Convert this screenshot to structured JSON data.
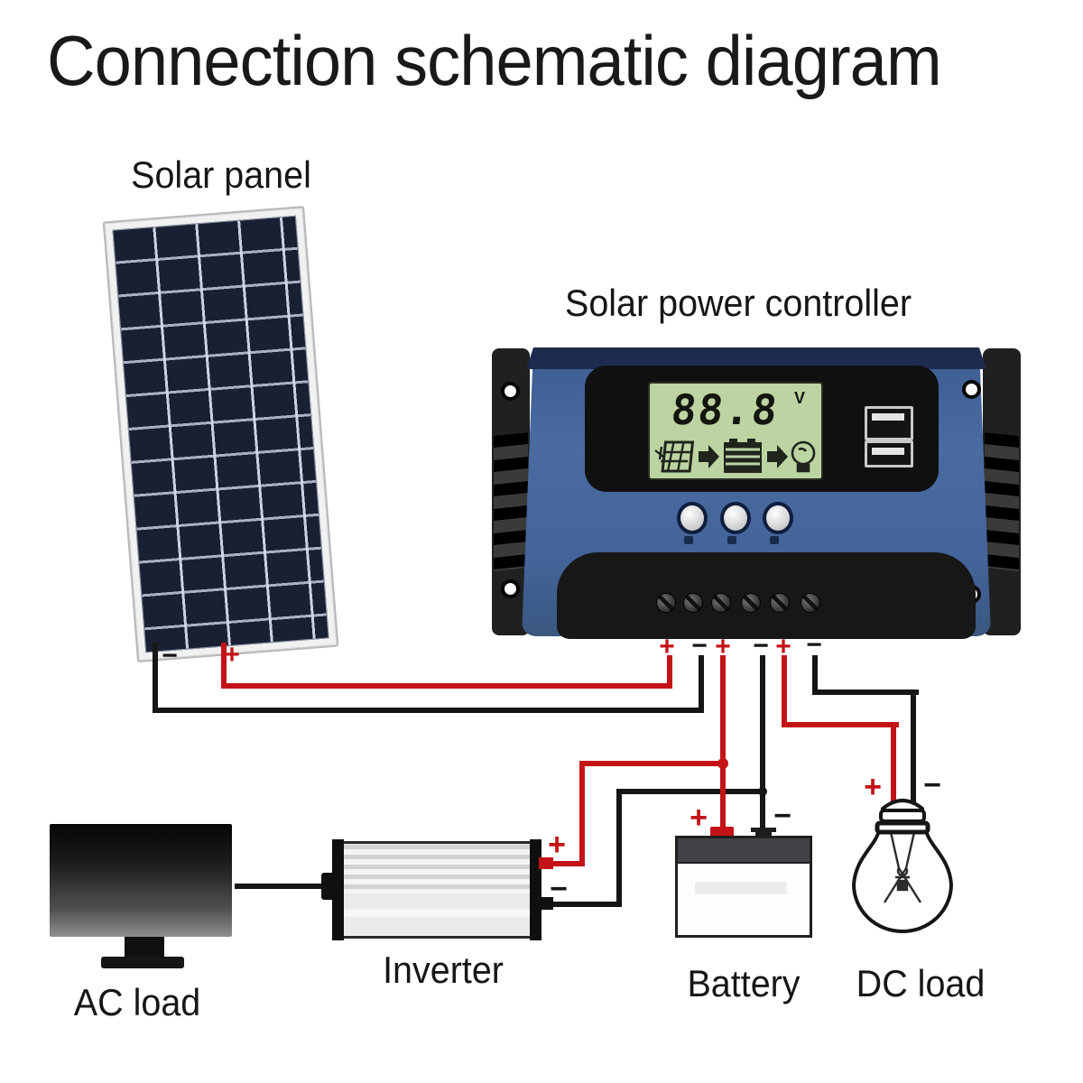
{
  "title": "Connection schematic diagram",
  "solar_panel": {
    "label": "Solar panel",
    "lead_minus": "−",
    "lead_plus": "+"
  },
  "controller": {
    "label": "Solar power controller",
    "lcd": {
      "value": "88.8",
      "unit": "V",
      "icons": [
        "solar-panel-icon",
        "arrow-right-icon",
        "battery-icon",
        "arrow-right-icon",
        "bulb-icon"
      ]
    },
    "usb_ports": 2,
    "buttons": 3,
    "terminals": [
      "+",
      "−",
      "+",
      "−",
      "+",
      "−"
    ]
  },
  "inverter": {
    "label": "Inverter",
    "plus": "+",
    "minus": "−"
  },
  "battery": {
    "label": "Battery",
    "plus": "+",
    "minus": "−"
  },
  "dc_load": {
    "label": "DC load",
    "plus": "+",
    "minus": "−"
  },
  "ac_load": {
    "label": "AC load"
  },
  "colors": {
    "positive": "#c41318",
    "negative": "#161616",
    "controller_body": "#46679c",
    "controller_trim": "#1d2b4e",
    "lcd_bg": "#bcd4a2",
    "panel_cell": "#1a2033"
  }
}
